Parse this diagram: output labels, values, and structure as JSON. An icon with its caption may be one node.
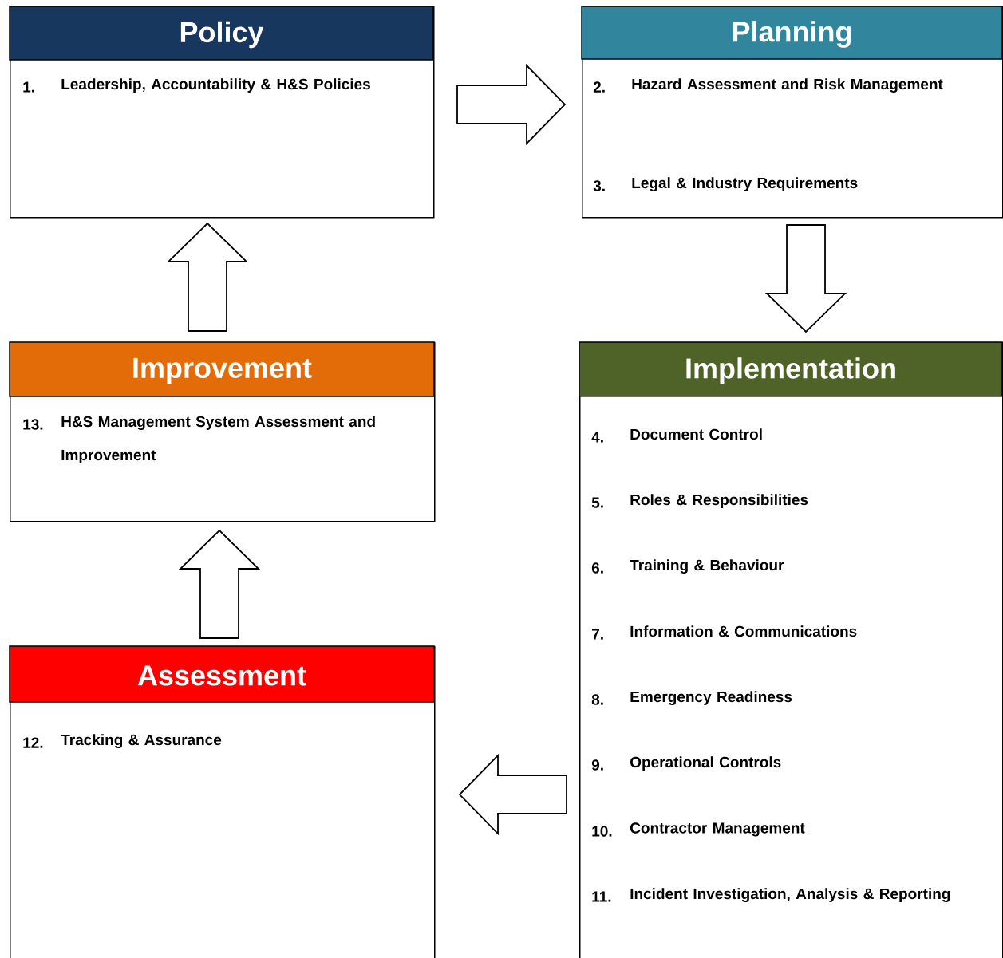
{
  "diagram": {
    "nodes": [
      {
        "text": [
          "Policy",
          "1.",
          "Leadership, Accountability & H&S Policies"
        ]
      },
      {
        "text": [
          "Planning",
          "2.",
          "Hazard Assessment and Risk Management",
          "3.",
          "Legal & Industry Requirements"
        ]
      },
      {
        "text": [
          "Implementation",
          "4.",
          "Document Control",
          "5.",
          "Roles & Responsibilities",
          "6.",
          "Training & Behaviour",
          "7.",
          "Information & Communications",
          "8.",
          "Emergency Readiness",
          "9.",
          "Operational Controls",
          "10.",
          "Contractor Management",
          "11.",
          "Incident Investigation, Analysis & Reporting"
        ]
      },
      {
        "text": [
          "Improvement",
          "13.",
          "H&S Management System Assessment and Improvement"
        ]
      },
      {
        "text": [
          "Assessment",
          "12.",
          "Tracking & Assurance"
        ]
      }
    ],
    "edges": [
      {
        "from": 0,
        "to": 1,
        "arrow": "to"
      },
      {
        "from": 1,
        "to": 2,
        "arrow": "to"
      },
      {
        "from": 2,
        "to": 4,
        "arrow": "to"
      },
      {
        "from": 4,
        "to": 3,
        "arrow": "to"
      },
      {
        "from": 3,
        "to": 0,
        "arrow": "to"
      }
    ]
  }
}
